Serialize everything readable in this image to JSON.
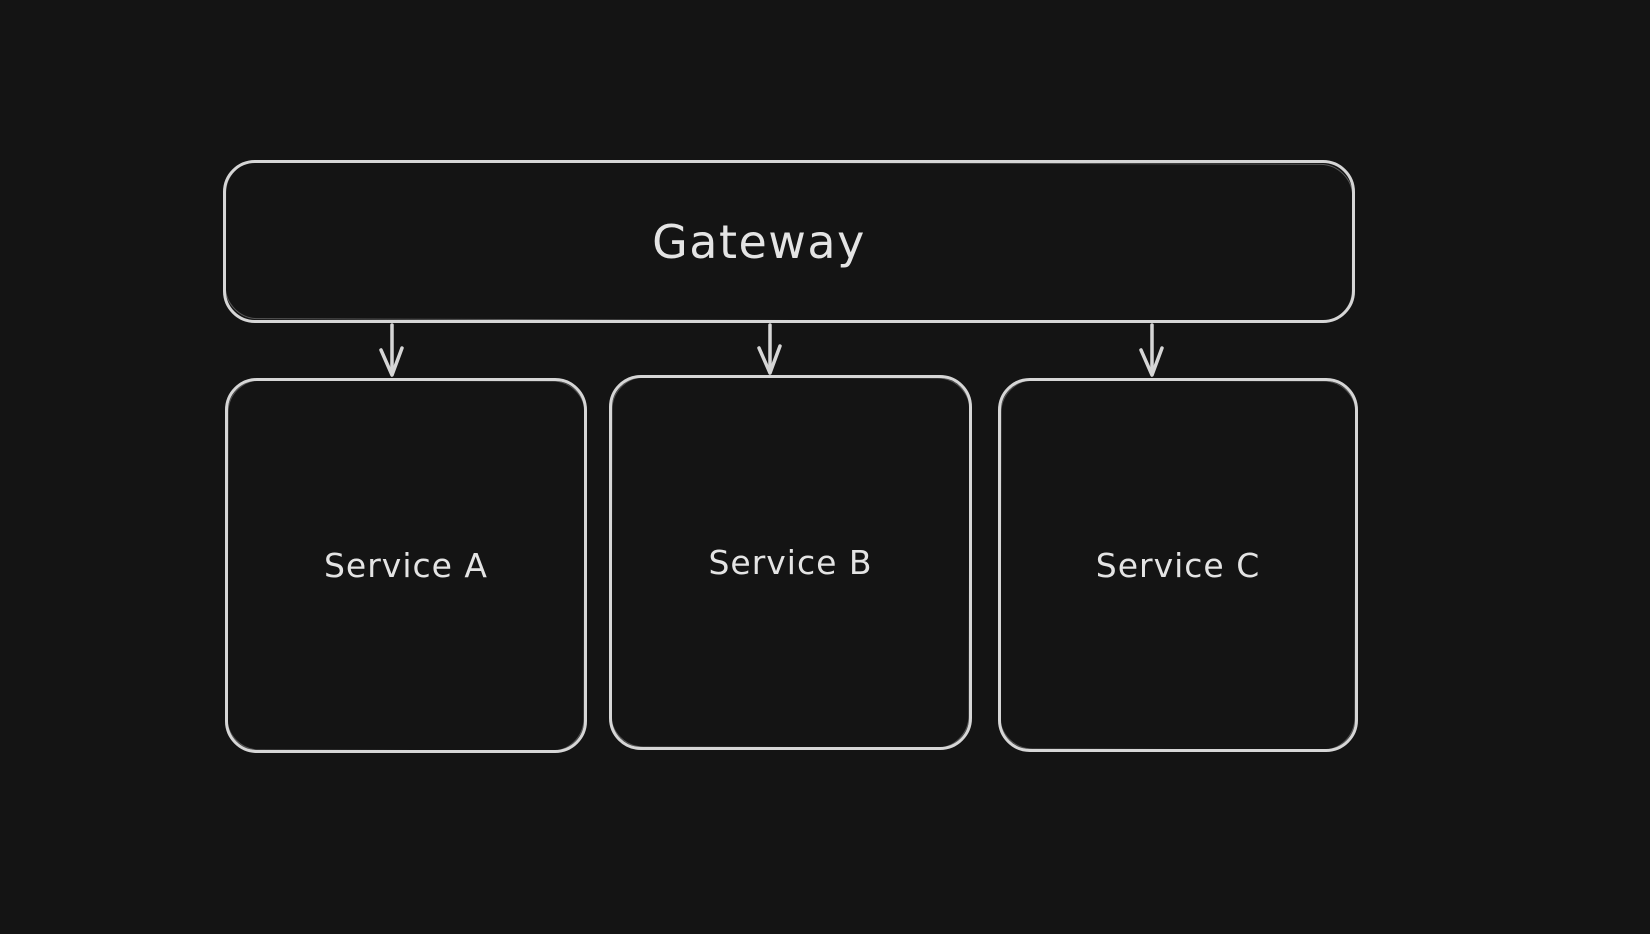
{
  "canvas": {
    "background_color": "#141414",
    "stroke_color": "#d6d6d6",
    "text_color": "#e4e4e4"
  },
  "diagram": {
    "nodes": {
      "gateway": {
        "label": "Gateway"
      },
      "service_a": {
        "label": "Service A"
      },
      "service_b": {
        "label": "Service B"
      },
      "service_c": {
        "label": "Service C"
      }
    },
    "edges": [
      {
        "from": "gateway",
        "to": "service_a"
      },
      {
        "from": "gateway",
        "to": "service_b"
      },
      {
        "from": "gateway",
        "to": "service_c"
      }
    ]
  }
}
